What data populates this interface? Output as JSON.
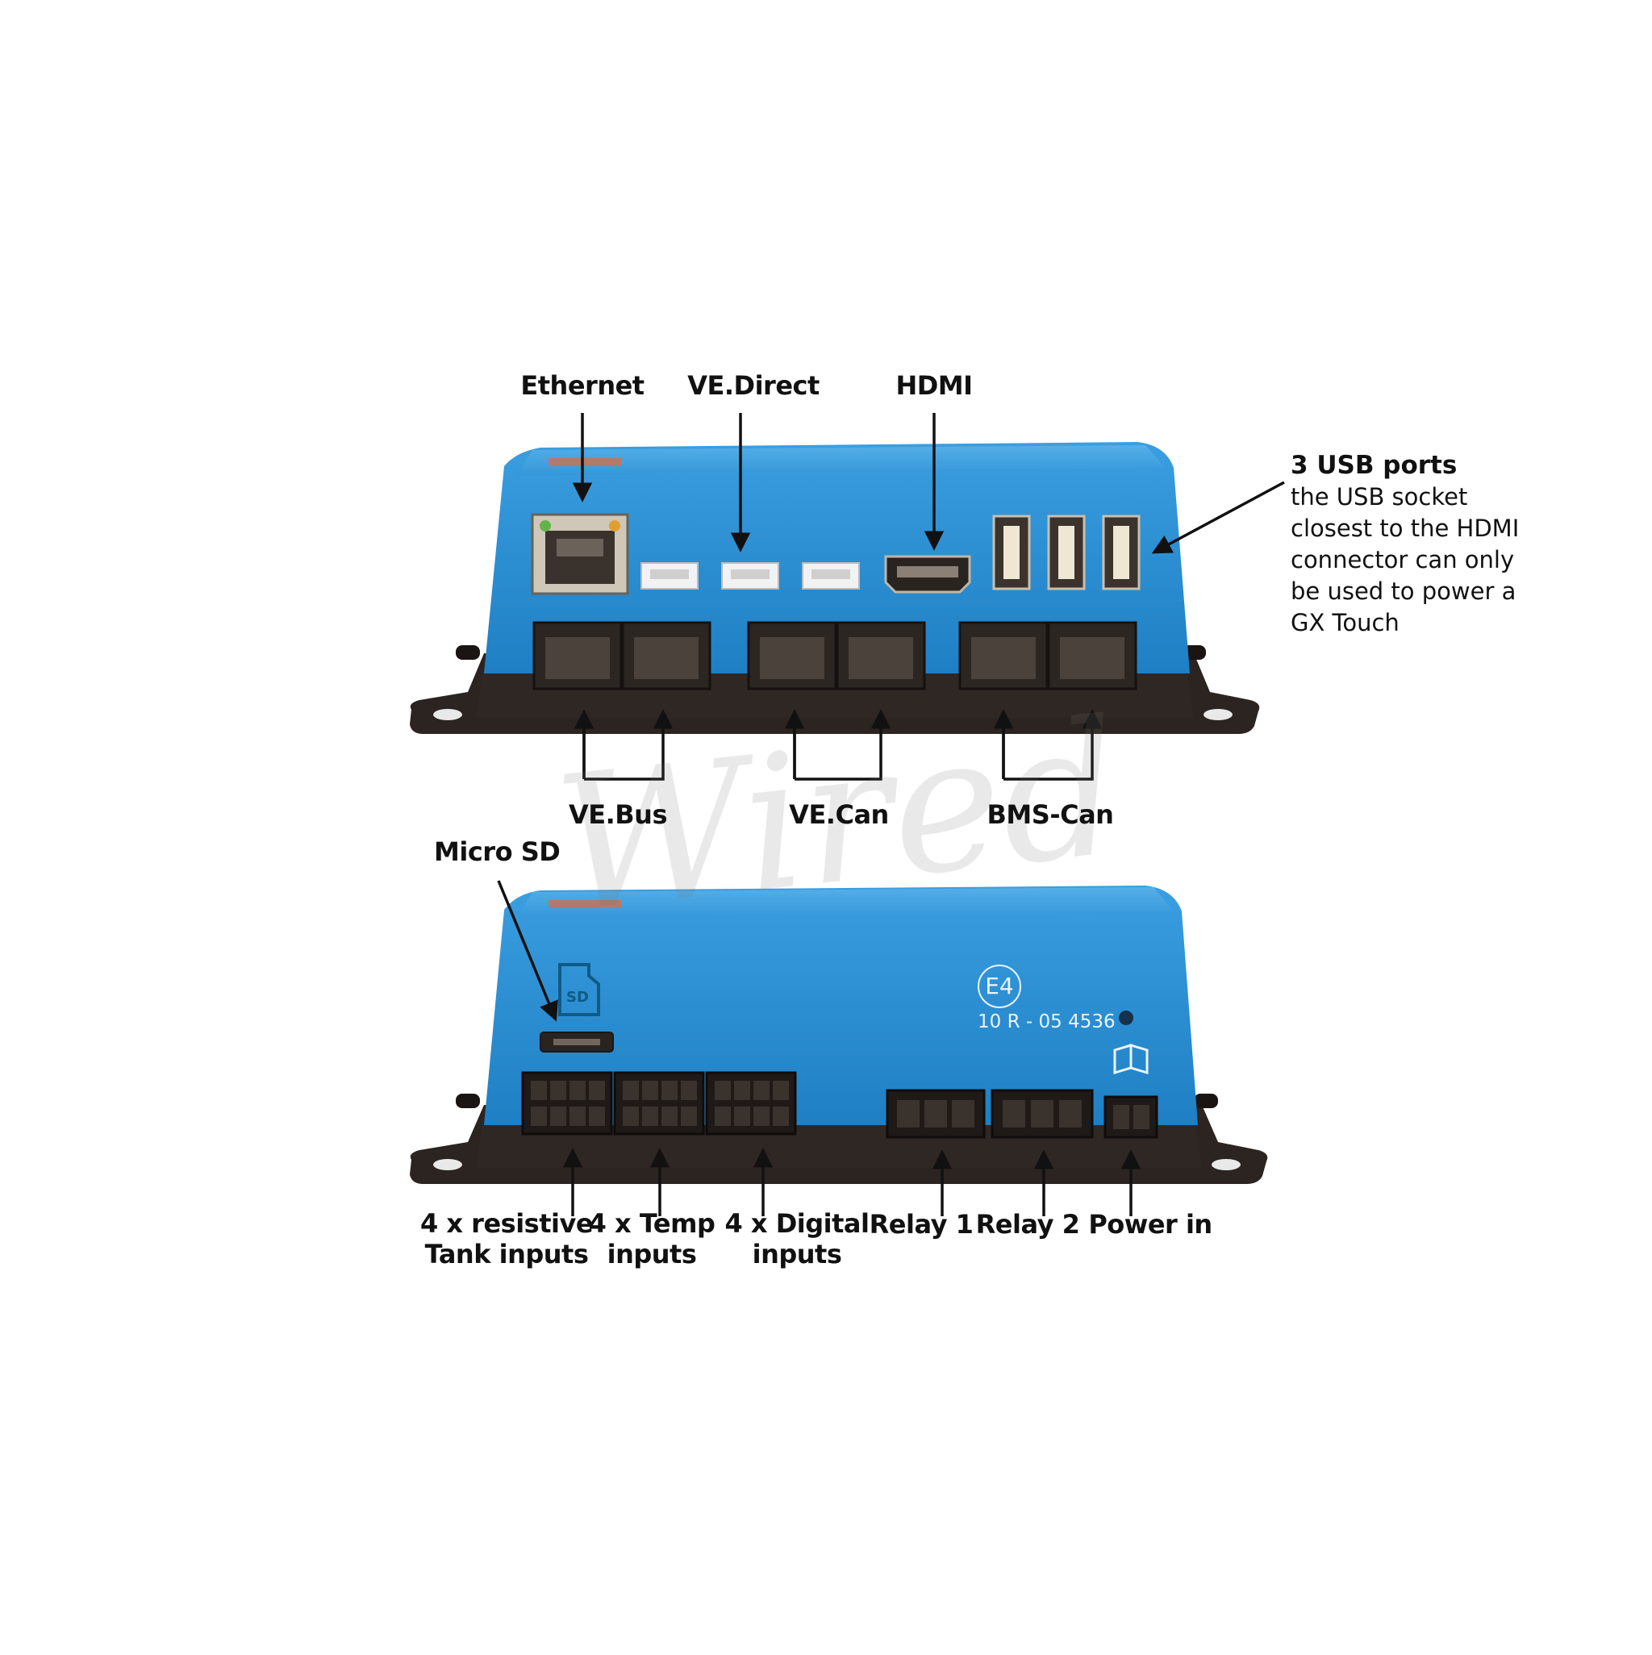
{
  "top_device": {
    "labels": {
      "ethernet": "Ethernet",
      "ve_direct": "VE.Direct",
      "hdmi": "HDMI",
      "ve_bus": "VE.Bus",
      "ve_can": "VE.Can",
      "bms_can": "BMS-Can"
    },
    "usb_note": {
      "heading": "3 USB ports",
      "lines": [
        "the USB socket",
        "closest to the HDMI",
        "connector can only",
        "be used to power a",
        "GX Touch"
      ]
    }
  },
  "bottom_device": {
    "labels": {
      "micro_sd": "Micro SD",
      "tank_inputs": [
        "4 x resistive",
        "Tank inputs"
      ],
      "temp_inputs": [
        "4 x Temp",
        "inputs"
      ],
      "digital_inputs": [
        "4 x Digital",
        "inputs"
      ],
      "relay_1": "Relay 1",
      "relay_2": "Relay 2",
      "power_in": "Power in"
    },
    "approval_mark": "E4",
    "approval_number": "10 R - 05 4536",
    "sd_slot_text": "SD"
  },
  "watermark": "Wired",
  "colors": {
    "enclosure_blue": "#2f8fd0",
    "base_dark": "#2b2420",
    "label_text": "#111111"
  }
}
